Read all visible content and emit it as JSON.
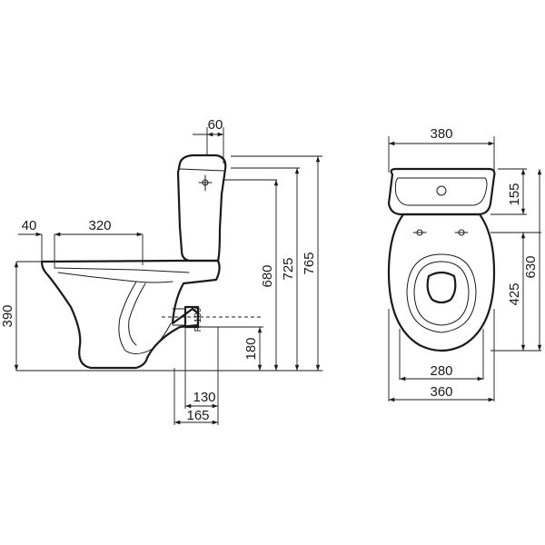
{
  "side_view": {
    "dim_tank_offset": "60",
    "dim_rim_offset": "40",
    "dim_seat_depth": "320",
    "dim_seat_height": "390",
    "dim_tank_height": "680",
    "dim_tank_top": "725",
    "dim_total_height": "765",
    "dim_outlet_radius": "R 100",
    "dim_outlet_height": "180",
    "dim_outlet_130": "130",
    "dim_outlet_165": "165"
  },
  "top_view": {
    "dim_tank_width": "380",
    "dim_tank_depth": "155",
    "dim_total_depth": "630",
    "dim_bowl_depth": "425",
    "dim_base_width": "280",
    "dim_bowl_width": "360"
  }
}
